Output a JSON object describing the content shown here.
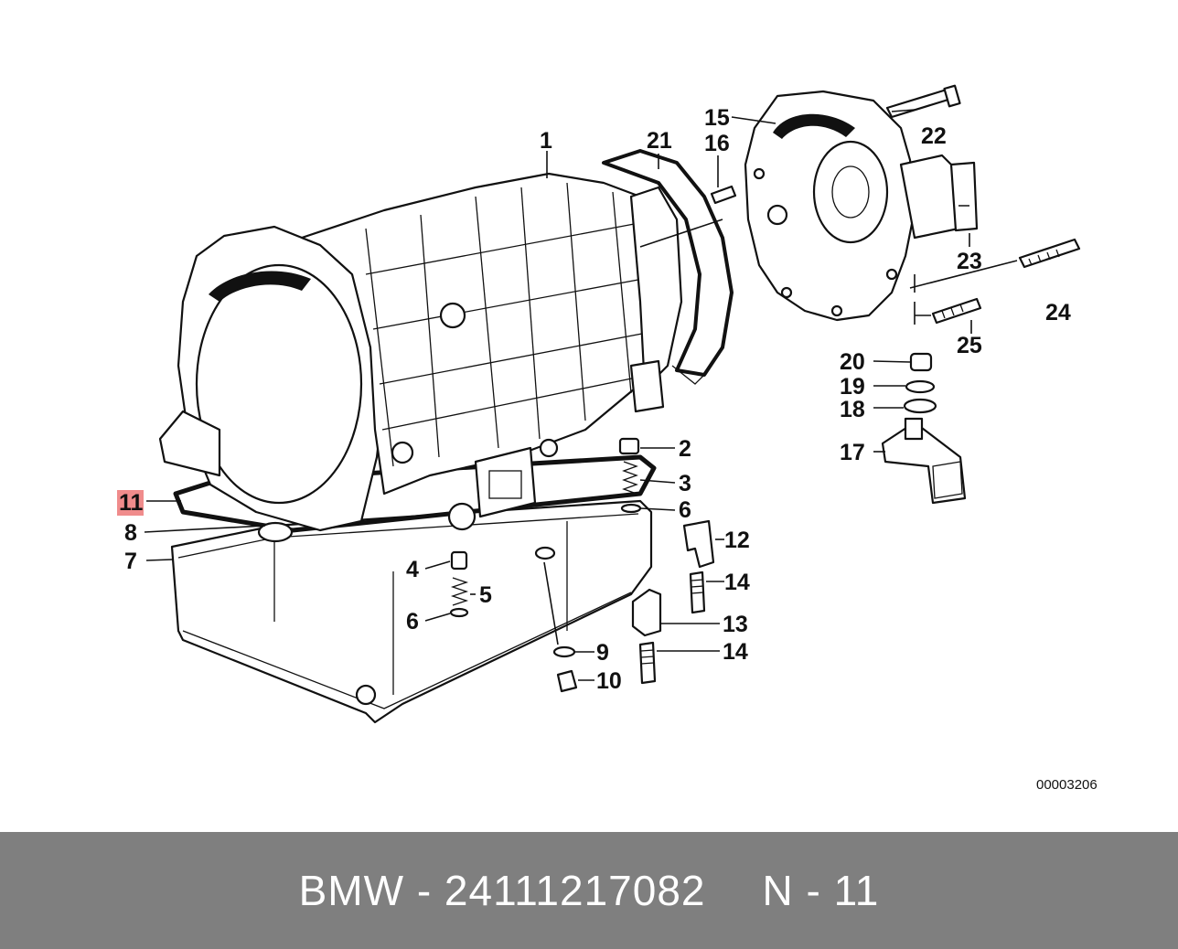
{
  "diagram": {
    "drawing_code": "00003206",
    "highlighted_callout": "11",
    "callouts": {
      "c1": "1",
      "c2": "2",
      "c3": "3",
      "c4": "4",
      "c5": "5",
      "c6a": "6",
      "c6b": "6",
      "c7": "7",
      "c8": "8",
      "c9": "9",
      "c10": "10",
      "c11": "11",
      "c12": "12",
      "c13": "13",
      "c14a": "14",
      "c14b": "14",
      "c15": "15",
      "c16": "16",
      "c17": "17",
      "c18": "18",
      "c19": "19",
      "c20": "20",
      "c21": "21",
      "c22": "22",
      "c23": "23",
      "c24": "24",
      "c25": "25"
    }
  },
  "footer": {
    "brand_part": "BMW - 24111217082",
    "position": "N - 11"
  }
}
